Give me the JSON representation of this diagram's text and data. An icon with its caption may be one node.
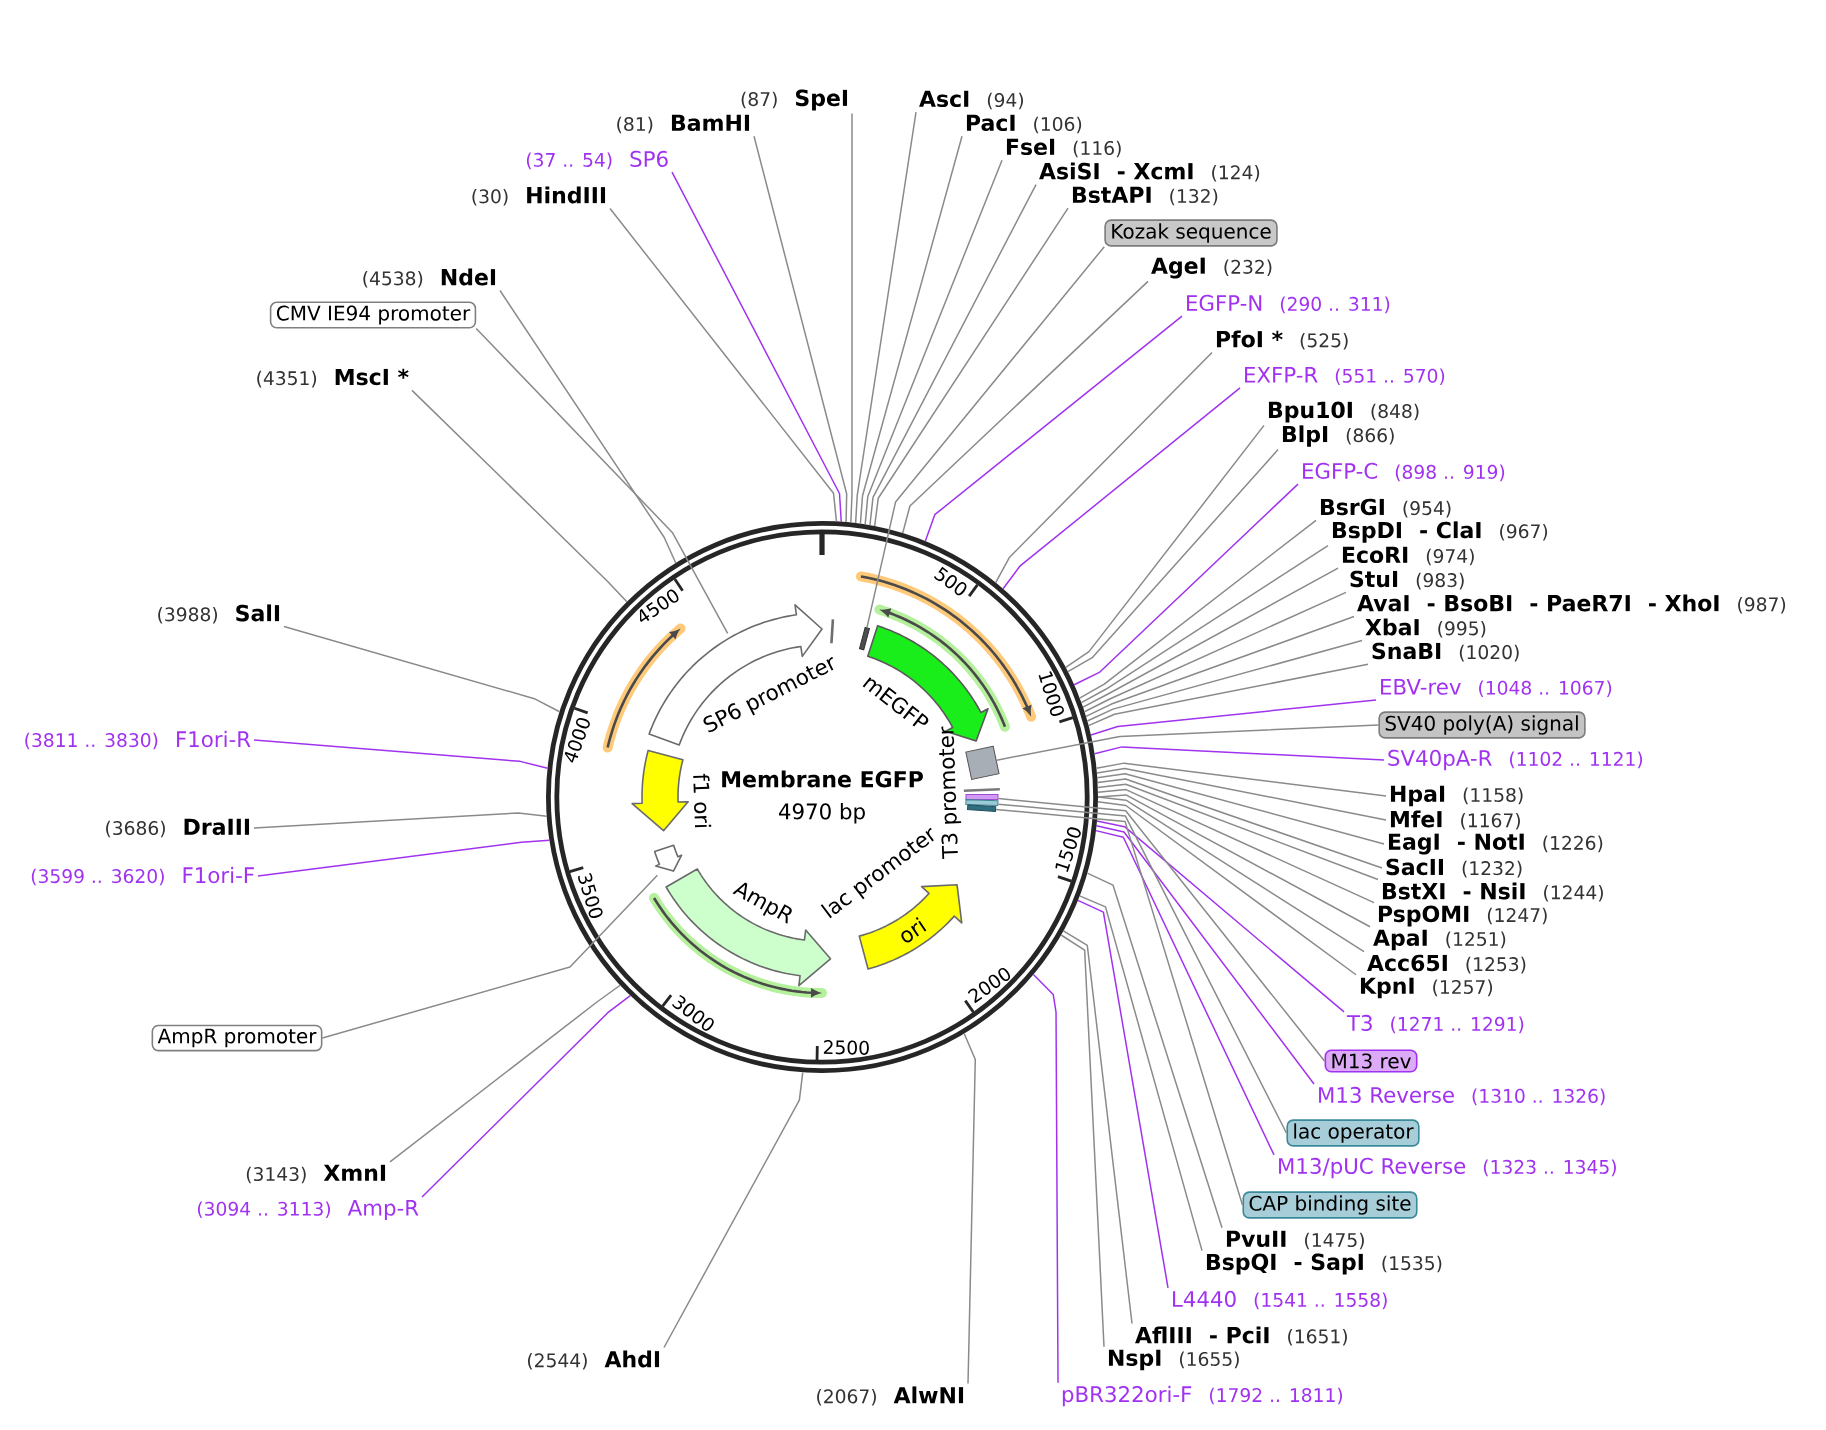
{
  "diagram": {
    "nodes": [
      {
        "text": [
          "Membrane EGFP",
          "4970 bp"
        ]
      },
      {
        "text": [],
        "shape": "bar",
        "in": 0
      },
      {
        "text": [
          "mEGFP"
        ],
        "in": 0
      },
      {
        "text": [],
        "shape": "box",
        "in": 0
      },
      {
        "text": [],
        "shape": "bar",
        "in": 0
      },
      {
        "text": [],
        "shape": "bar",
        "in": 0
      },
      {
        "text": [],
        "shape": "bar",
        "in": 0
      },
      {
        "text": [
          "ori"
        ],
        "in": 0
      },
      {
        "text": [
          "AmpR"
        ],
        "in": 0
      },
      {
        "text": [],
        "shape": "arrow",
        "in": 0
      },
      {
        "text": [
          "f1 ori"
        ],
        "in": 0
      },
      {
        "text": [],
        "shape": "arrow",
        "in": 0
      },
      {
        "text": [
          "(30)",
          "HindIII"
        ]
      },
      {
        "text": [
          "(37 .. 54)",
          "SP6"
        ]
      },
      {
        "text": [
          "(81)",
          "BamHI"
        ]
      },
      {
        "text": [
          "(87)",
          "SpeI"
        ]
      },
      {
        "text": [
          "AscI",
          "(94)"
        ]
      },
      {
        "text": [
          "PacI",
          "(106)"
        ]
      },
      {
        "text": [
          "FseI",
          "(116)"
        ]
      },
      {
        "text": [
          "AsiSI",
          "- XcmI",
          "(124)"
        ]
      },
      {
        "text": [
          "BstAPI",
          "(132)"
        ]
      },
      {
        "text": [
          "Kozak sequence"
        ]
      },
      {
        "text": [
          "AgeI",
          "(232)"
        ]
      },
      {
        "text": [
          "EGFP-N",
          "(290 .. 311)"
        ]
      },
      {
        "text": [
          "PfoI *",
          "(525)"
        ]
      },
      {
        "text": [
          "EXFP-R",
          "(551 .. 570)"
        ]
      },
      {
        "text": [
          "Bpu10I",
          "(848)"
        ]
      },
      {
        "text": [
          "BlpI",
          "(866)"
        ]
      },
      {
        "text": [
          "EGFP-C",
          "(898 .. 919)"
        ]
      },
      {
        "text": [
          "BsrGI",
          "(954)"
        ]
      },
      {
        "text": [
          "BspDI",
          "- ClaI",
          "(967)"
        ]
      },
      {
        "text": [
          "EcoRI",
          "(974)"
        ]
      },
      {
        "text": [
          "StuI",
          "(983)"
        ]
      },
      {
        "text": [
          "AvaI",
          "- BsoBI",
          "- PaeR7I",
          "- XhoI",
          "(987)"
        ]
      },
      {
        "text": [
          "XbaI",
          "(995)"
        ]
      },
      {
        "text": [
          "SnaBI",
          "(1020)"
        ]
      },
      {
        "text": [
          "EBV-rev",
          "(1048 .. 1067)"
        ]
      },
      {
        "text": [
          "SV40 poly(A) signal"
        ]
      },
      {
        "text": [
          "SV40pA-R",
          "(1102 .. 1121)"
        ]
      },
      {
        "text": [
          "HpaI",
          "(1158)"
        ]
      },
      {
        "text": [
          "MfeI",
          "(1167)"
        ]
      },
      {
        "text": [
          "EagI",
          "- NotI",
          "(1226)"
        ]
      },
      {
        "text": [
          "SacII",
          "(1232)"
        ]
      },
      {
        "text": [
          "BstXI",
          "- NsiI",
          "(1244)"
        ]
      },
      {
        "text": [
          "PspOMI",
          "(1247)"
        ]
      },
      {
        "text": [
          "ApaI",
          "(1251)"
        ]
      },
      {
        "text": [
          "Acc65I",
          "(1253)"
        ]
      },
      {
        "text": [
          "KpnI",
          "(1257)"
        ]
      },
      {
        "text": [
          "T3",
          "(1271 .. 1291)"
        ]
      },
      {
        "text": [
          "M13 rev"
        ]
      },
      {
        "text": [
          "M13 Reverse",
          "(1310 .. 1326)"
        ]
      },
      {
        "text": [
          "lac operator"
        ]
      },
      {
        "text": [
          "M13/pUC Reverse",
          "(1323 .. 1345)"
        ]
      },
      {
        "text": [
          "CAP binding site"
        ]
      },
      {
        "text": [
          "PvuII",
          "(1475)"
        ]
      },
      {
        "text": [
          "BspQI",
          "- SapI",
          "(1535)"
        ]
      },
      {
        "text": [
          "L4440",
          "(1541 .. 1558)"
        ]
      },
      {
        "text": [
          "AflIII",
          "- PciI",
          "(1651)"
        ]
      },
      {
        "text": [
          "NspI",
          "(1655)"
        ]
      },
      {
        "text": [
          "pBR322ori-F",
          "(1792 .. 1811)"
        ]
      },
      {
        "text": [
          "(2067)",
          "AlwNI"
        ]
      },
      {
        "text": [
          "(2544)",
          "AhdI"
        ]
      },
      {
        "text": [
          "(3094 .. 3113)",
          "Amp-R"
        ]
      },
      {
        "text": [
          "(3143)",
          "XmnI"
        ]
      },
      {
        "text": [
          "AmpR promoter"
        ]
      },
      {
        "text": [
          "(3599 .. 3620)",
          "F1ori-F"
        ]
      },
      {
        "text": [
          "(3686)",
          "DraIII"
        ]
      },
      {
        "text": [
          "(3811 .. 3830)",
          "F1ori-R"
        ]
      },
      {
        "text": [
          "(3988)",
          "SalI"
        ]
      },
      {
        "text": [
          "(4351)",
          "MscI *"
        ]
      },
      {
        "text": [
          "CMV IE94 promoter"
        ]
      },
      {
        "text": [
          "(4538)",
          "NdeI"
        ]
      }
    ],
    "edges": [
      {
        "from": 12,
        "to": 0,
        "arrow": "none"
      },
      {
        "from": 13,
        "to": 0,
        "arrow": "none",
        "color": "#a032f0"
      },
      {
        "from": 14,
        "to": 0,
        "arrow": "none"
      },
      {
        "from": 15,
        "to": 0,
        "arrow": "none"
      },
      {
        "from": 16,
        "to": 0,
        "arrow": "none"
      },
      {
        "from": 17,
        "to": 0,
        "arrow": "none"
      },
      {
        "from": 18,
        "to": 0,
        "arrow": "none"
      },
      {
        "from": 19,
        "to": 0,
        "arrow": "none"
      },
      {
        "from": 20,
        "to": 0,
        "arrow": "none"
      },
      {
        "from": 21,
        "to": 1,
        "arrow": "none"
      },
      {
        "from": 22,
        "to": 0,
        "arrow": "none"
      },
      {
        "from": 23,
        "to": 0,
        "arrow": "none",
        "color": "#a032f0"
      },
      {
        "from": 24,
        "to": 0,
        "arrow": "none"
      },
      {
        "from": 25,
        "to": 0,
        "arrow": "none",
        "color": "#a032f0"
      },
      {
        "from": 26,
        "to": 0,
        "arrow": "none"
      },
      {
        "from": 27,
        "to": 0,
        "arrow": "none"
      },
      {
        "from": 28,
        "to": 0,
        "arrow": "none",
        "color": "#a032f0"
      },
      {
        "from": 29,
        "to": 0,
        "arrow": "none"
      },
      {
        "from": 30,
        "to": 0,
        "arrow": "none"
      },
      {
        "from": 31,
        "to": 0,
        "arrow": "none"
      },
      {
        "from": 32,
        "to": 0,
        "arrow": "none"
      },
      {
        "from": 33,
        "to": 0,
        "arrow": "none"
      },
      {
        "from": 34,
        "to": 0,
        "arrow": "none"
      },
      {
        "from": 35,
        "to": 0,
        "arrow": "none"
      },
      {
        "from": 36,
        "to": 0,
        "arrow": "none",
        "color": "#a032f0"
      },
      {
        "from": 37,
        "to": 3,
        "arrow": "none"
      },
      {
        "from": 38,
        "to": 0,
        "arrow": "none",
        "color": "#a032f0"
      },
      {
        "from": 39,
        "to": 0,
        "arrow": "none"
      },
      {
        "from": 40,
        "to": 0,
        "arrow": "none"
      },
      {
        "from": 41,
        "to": 0,
        "arrow": "none"
      },
      {
        "from": 42,
        "to": 0,
        "arrow": "none"
      },
      {
        "from": 43,
        "to": 0,
        "arrow": "none"
      },
      {
        "from": 44,
        "to": 0,
        "arrow": "none"
      },
      {
        "from": 45,
        "to": 0,
        "arrow": "none"
      },
      {
        "from": 46,
        "to": 0,
        "arrow": "none"
      },
      {
        "from": 47,
        "to": 0,
        "arrow": "none"
      },
      {
        "from": 48,
        "to": 0,
        "arrow": "none",
        "color": "#a032f0"
      },
      {
        "from": 49,
        "to": 4,
        "arrow": "none"
      },
      {
        "from": 50,
        "to": 0,
        "arrow": "none",
        "color": "#a032f0"
      },
      {
        "from": 51,
        "to": 5,
        "arrow": "none"
      },
      {
        "from": 52,
        "to": 0,
        "arrow": "none",
        "color": "#a032f0"
      },
      {
        "from": 53,
        "to": 6,
        "arrow": "none"
      },
      {
        "from": 54,
        "to": 0,
        "arrow": "none"
      },
      {
        "from": 55,
        "to": 0,
        "arrow": "none"
      },
      {
        "from": 56,
        "to": 0,
        "arrow": "none",
        "color": "#a032f0"
      },
      {
        "from": 57,
        "to": 0,
        "arrow": "none"
      },
      {
        "from": 58,
        "to": 0,
        "arrow": "none"
      },
      {
        "from": 59,
        "to": 0,
        "arrow": "none",
        "color": "#a032f0"
      },
      {
        "from": 60,
        "to": 0,
        "arrow": "none"
      },
      {
        "from": 61,
        "to": 0,
        "arrow": "none"
      },
      {
        "from": 62,
        "to": 0,
        "arrow": "none",
        "color": "#a032f0"
      },
      {
        "from": 63,
        "to": 0,
        "arrow": "none"
      },
      {
        "from": 64,
        "to": 11,
        "arrow": "none"
      },
      {
        "from": 65,
        "to": 0,
        "arrow": "none",
        "color": "#a032f0"
      },
      {
        "from": 66,
        "to": 0,
        "arrow": "none"
      },
      {
        "from": 67,
        "to": 0,
        "arrow": "none",
        "color": "#a032f0"
      },
      {
        "from": 68,
        "to": 0,
        "arrow": "none"
      },
      {
        "from": 69,
        "to": 0,
        "arrow": "none"
      },
      {
        "from": 70,
        "to": 9,
        "arrow": "none"
      },
      {
        "from": 71,
        "to": 0,
        "arrow": "none"
      }
    ],
    "labels": [
      "SP6 promoter",
      "T3 promoter",
      "lac promoter",
      "500",
      "1000",
      "1500",
      "2000",
      "2500",
      "3000",
      "3500",
      "4000",
      "4500"
    ]
  }
}
